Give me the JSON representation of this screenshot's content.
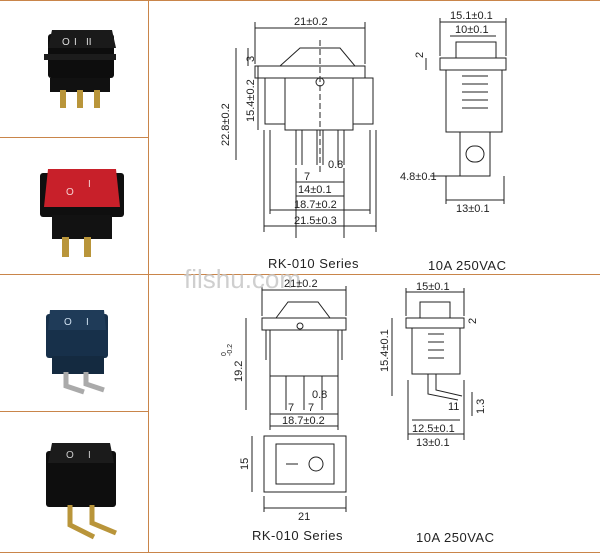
{
  "watermark": "filshu.com",
  "diagram_top": {
    "series_label": "RK-010 Series",
    "rating_label": "10A 250VAC",
    "front": {
      "dim_width": "21±0.2",
      "dim_height_total": "22.8±0.2",
      "dim_height_body": "15.4±0.2",
      "dim_rocker": "3",
      "dim_pin_pitch": "7",
      "dim_pin_thick": "0.8",
      "dim_pin_span": "14±0.1",
      "dim_base_inner": "18.7±0.2",
      "dim_base_outer": "21.5±0.3"
    },
    "side": {
      "dim_top": "15.1±0.1",
      "dim_inner": "10±0.1",
      "dim_flange": "2",
      "dim_pin": "4.8±0.1",
      "dim_base": "13±0.1"
    }
  },
  "diagram_bottom": {
    "series_label": "RK-010 Series",
    "rating_label": "10A 250VAC",
    "front": {
      "dim_width": "21±0.2",
      "dim_height": "19.2",
      "dim_height_tol_top": "0",
      "dim_height_tol_bottom": "-0.2",
      "dim_pin_thick": "0.8",
      "dim_pin_pitch_a": "7",
      "dim_pin_pitch_b": "7",
      "dim_base": "18.7±0.2"
    },
    "side": {
      "dim_top": "15±0.1",
      "dim_flange": "2",
      "dim_body": "15.4±0.1",
      "dim_pin_len": "11",
      "dim_pin_thick": "1.3",
      "dim_inner": "12.5±0.1",
      "dim_base": "13±0.1"
    },
    "cutout": {
      "dim_height": "15",
      "dim_width": "21"
    }
  },
  "colors": {
    "grid_line": "#c9854a",
    "switch_black": "#111111",
    "switch_red": "#c8202a",
    "switch_navy": "#17304a"
  }
}
